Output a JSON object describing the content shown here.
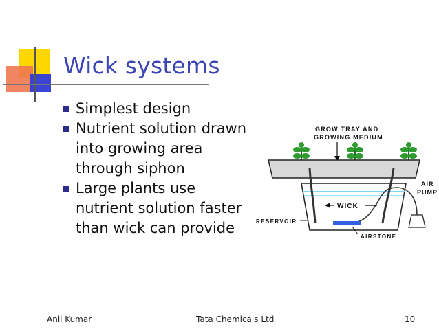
{
  "slide": {
    "title": "Wick systems",
    "bullets": [
      "Simplest design",
      "Nutrient solution drawn into growing area through siphon",
      "Large plants use nutrient solution faster than wick can provide"
    ]
  },
  "diagram": {
    "labels": {
      "grow_tray_line1": "GROW TRAY AND",
      "grow_tray_line2": "GROWING MEDIUM",
      "air_line1": "AIR",
      "air_line2": "PUMP",
      "wick": "WICK",
      "reservoir": "RESERVOIR",
      "airstone": "AIRSTONE"
    },
    "colors": {
      "tray": "#d8d8d8",
      "plant": "#2f9a2f",
      "water": "#7fd3ff",
      "airstone": "#3060e0"
    }
  },
  "footer": {
    "author": "Anil Kumar",
    "company": "Tata Chemicals Ltd",
    "page": "10"
  },
  "theme": {
    "title_color": "#3b45b5",
    "accent_yellow": "#ffd700",
    "accent_red": "#f07850",
    "accent_blue": "#2f3bd6"
  }
}
